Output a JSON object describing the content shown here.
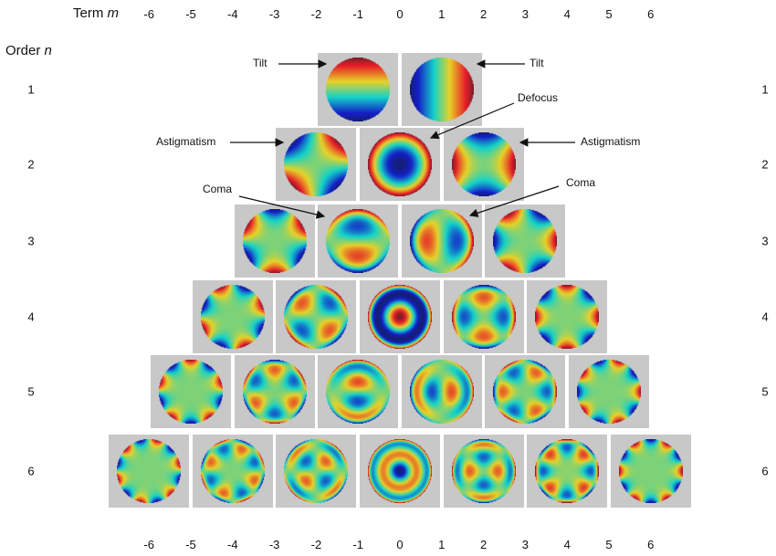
{
  "header": {
    "term_label": "Term",
    "term_var": "m",
    "order_label": "Order",
    "order_var": "n"
  },
  "terms": [
    "-6",
    "-5",
    "-4",
    "-3",
    "-2",
    "-1",
    "0",
    "1",
    "2",
    "3",
    "4",
    "5",
    "6"
  ],
  "orders": [
    "1",
    "2",
    "3",
    "4",
    "5",
    "6"
  ],
  "annotations": {
    "tilt_left": "Tilt",
    "tilt_right": "Tilt",
    "defocus": "Defocus",
    "astig_left": "Astigmatism",
    "astig_right": "Astigmatism",
    "coma_left": "Coma",
    "coma_right": "Coma"
  },
  "colors": {
    "tile_bg": "#c8c8c8",
    "low": "#2c3fb5",
    "mid": "#7fcf5a",
    "high": "#d9161b"
  },
  "modes": [
    {
      "n": 1,
      "m": -1
    },
    {
      "n": 1,
      "m": 1
    },
    {
      "n": 2,
      "m": -2
    },
    {
      "n": 2,
      "m": 0
    },
    {
      "n": 2,
      "m": 2
    },
    {
      "n": 3,
      "m": -3
    },
    {
      "n": 3,
      "m": -1
    },
    {
      "n": 3,
      "m": 1
    },
    {
      "n": 3,
      "m": 3
    },
    {
      "n": 4,
      "m": -4
    },
    {
      "n": 4,
      "m": -2
    },
    {
      "n": 4,
      "m": 0
    },
    {
      "n": 4,
      "m": 2
    },
    {
      "n": 4,
      "m": 4
    },
    {
      "n": 5,
      "m": -5
    },
    {
      "n": 5,
      "m": -3
    },
    {
      "n": 5,
      "m": -1
    },
    {
      "n": 5,
      "m": 1
    },
    {
      "n": 5,
      "m": 3
    },
    {
      "n": 5,
      "m": 5
    },
    {
      "n": 6,
      "m": -6
    },
    {
      "n": 6,
      "m": -4
    },
    {
      "n": 6,
      "m": -2
    },
    {
      "n": 6,
      "m": 0
    },
    {
      "n": 6,
      "m": 2
    },
    {
      "n": 6,
      "m": 4
    },
    {
      "n": 6,
      "m": 6
    }
  ]
}
